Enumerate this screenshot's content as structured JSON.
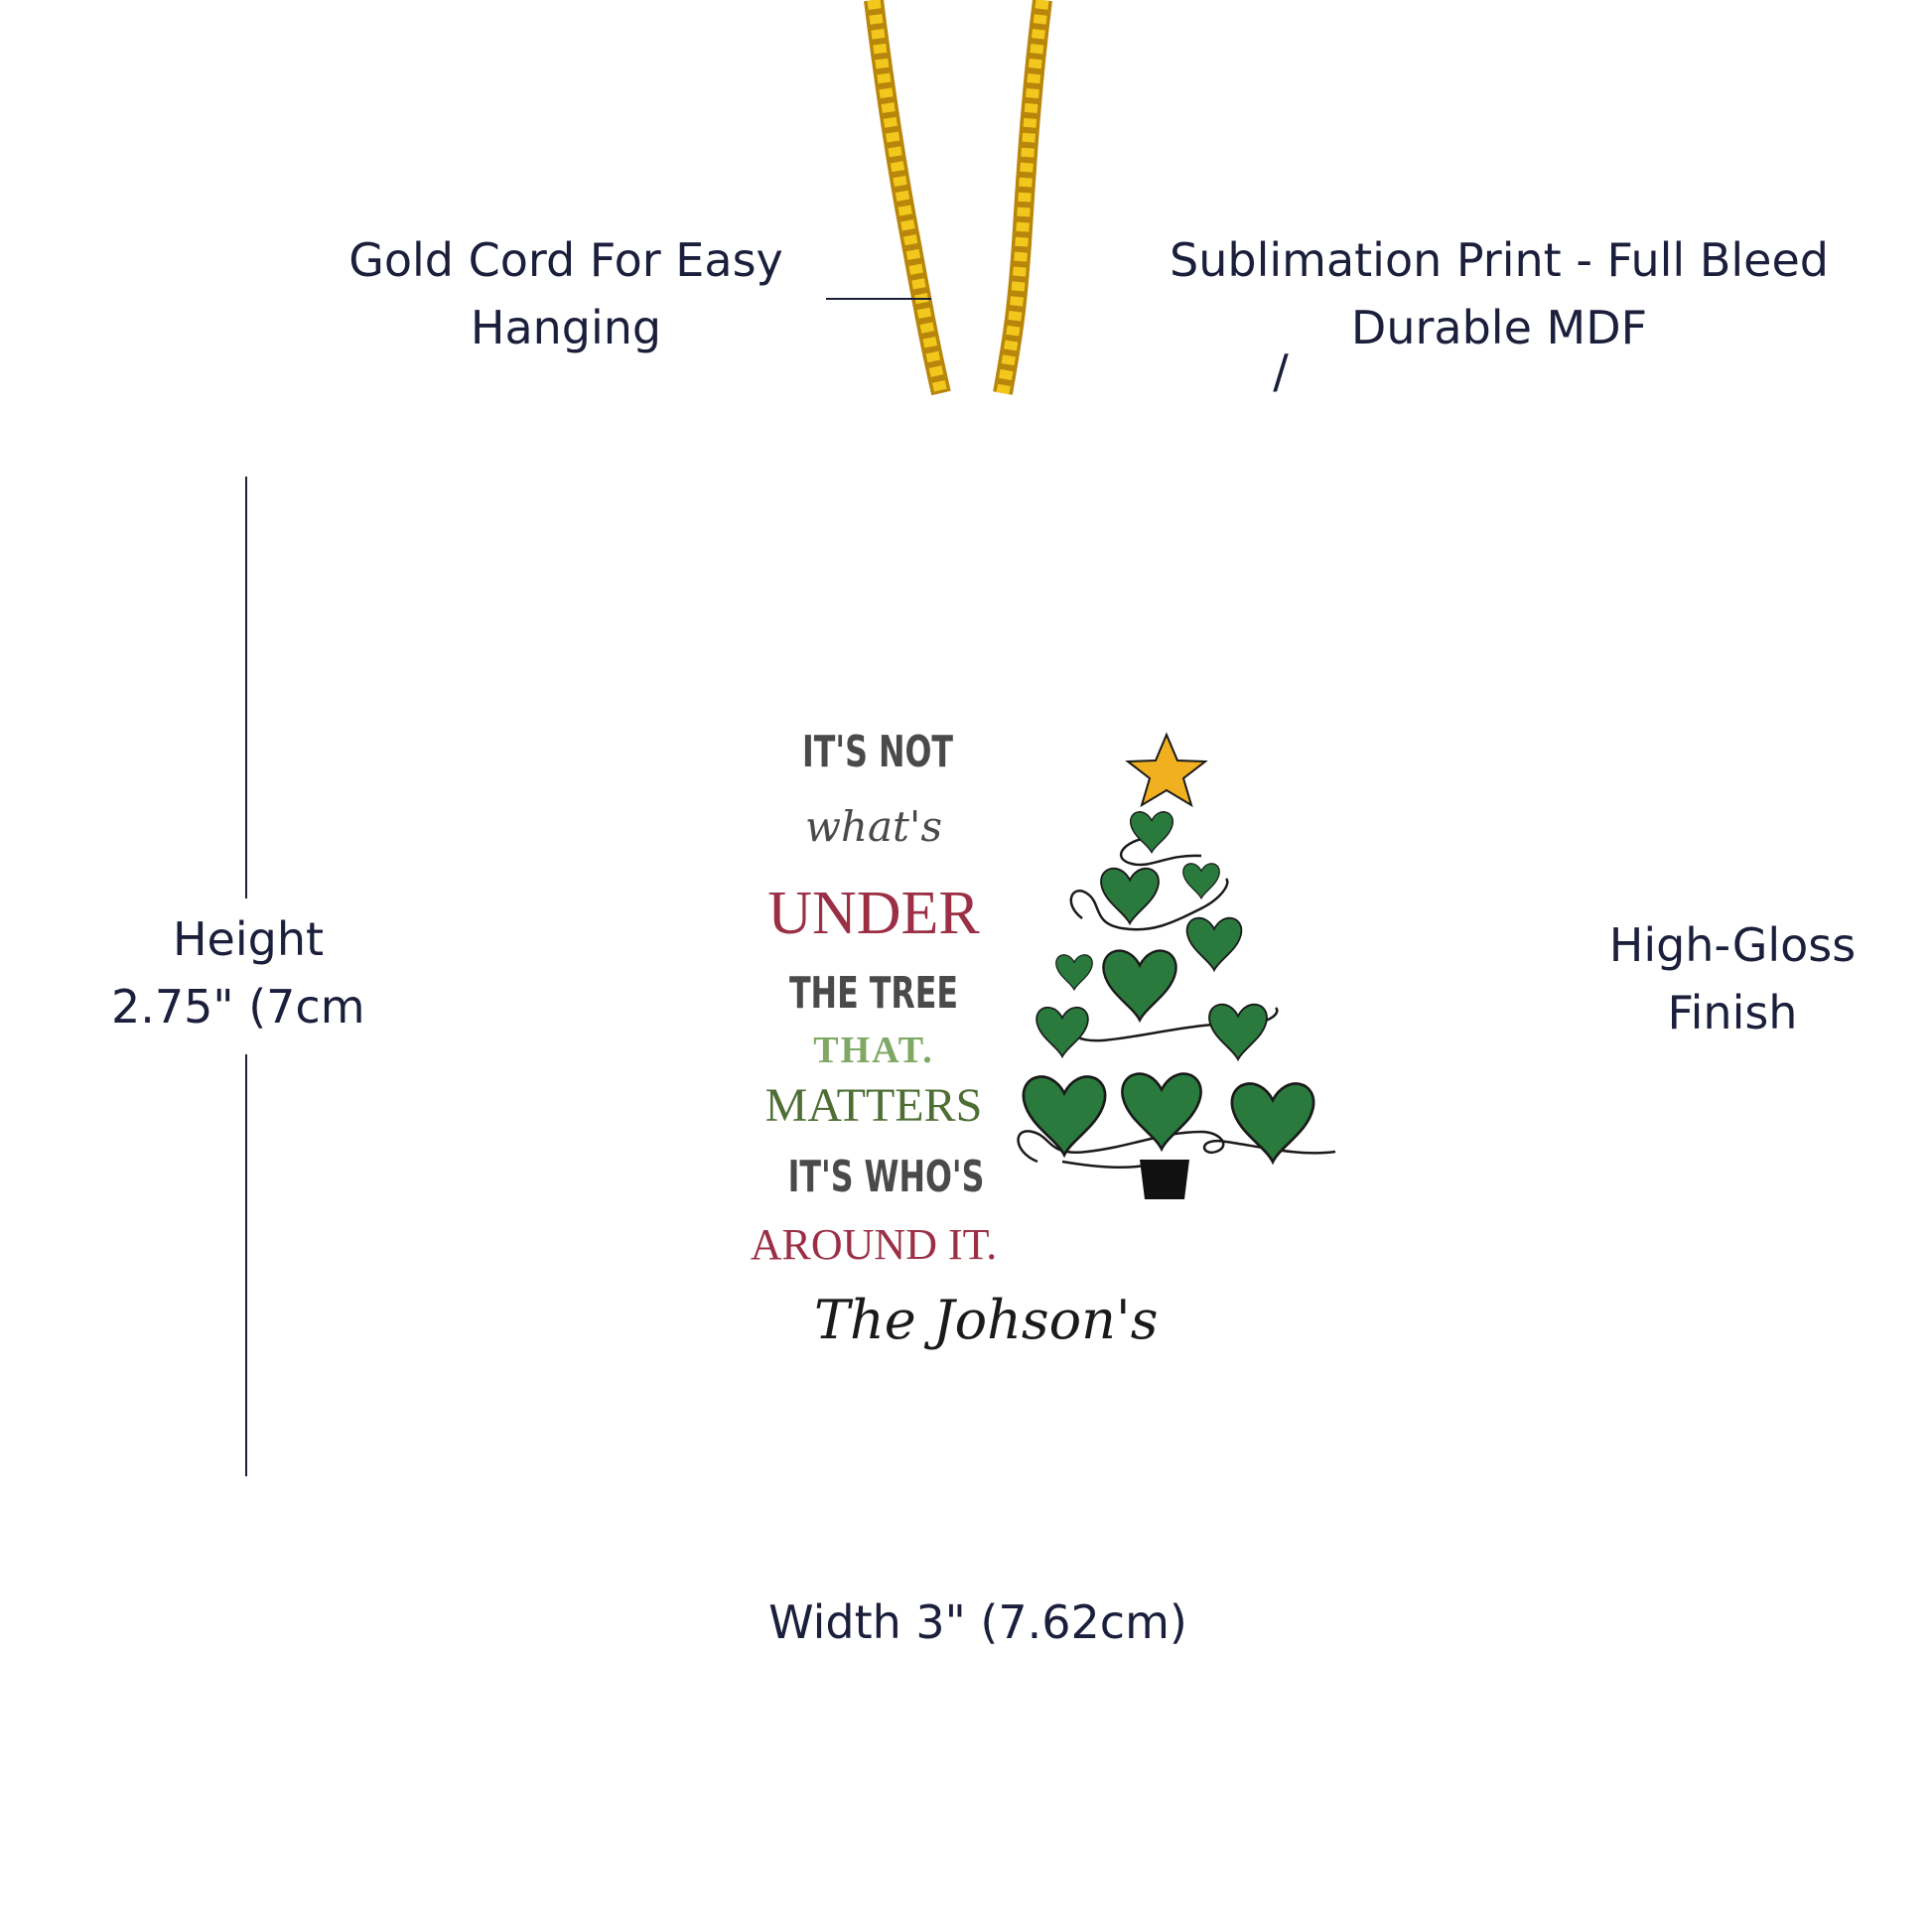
{
  "annotations": {
    "cord_line1": "Gold Cord For Easy",
    "cord_line2": "Hanging",
    "print_line1": "Sublimation Print - Full Bleed",
    "print_line2": "Durable MDF",
    "print_slash": "/",
    "height_line1": "Height",
    "height_line2": "2.75\" (7cm",
    "finish_line1": "High-Gloss",
    "finish_line2": "Finish",
    "width_label": "Width 3\" (7.62cm)"
  },
  "ornament": {
    "quote": [
      "IT'S NOT",
      "what's",
      "UNDER",
      "THE TREE",
      "THAT.",
      "MATTERS",
      "IT'S WHO'S",
      "AROUND IT."
    ],
    "signature": "The Johson's"
  },
  "colors": {
    "text": "#1b1f3b",
    "gold": "#e0b020",
    "gray": "#4a4a4a",
    "red": "#9b2f45",
    "green": "#4e6e34",
    "tree_green": "#2a7a3d",
    "star": "#f0b020"
  },
  "icons": [
    "gold-cord-icon",
    "christmas-tree-icon",
    "star-icon",
    "heart-icon",
    "pot-icon"
  ]
}
